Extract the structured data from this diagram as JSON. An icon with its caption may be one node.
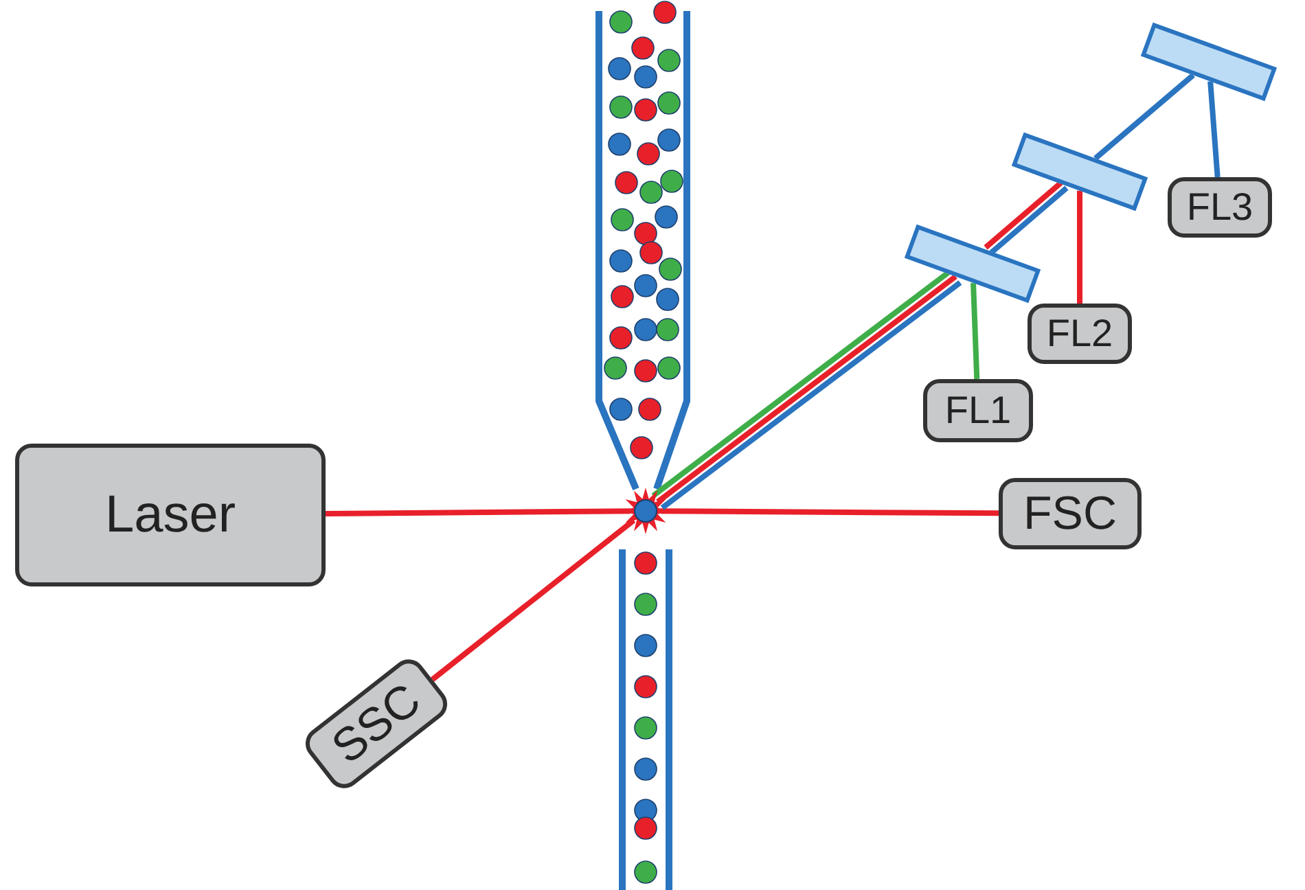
{
  "diagram": {
    "nodes": [
      {
        "text": [
          "Laser"
        ]
      },
      {
        "text": [],
        "shape": "circle"
      },
      {
        "text": [
          "FSC"
        ]
      },
      {
        "text": [
          "SSC"
        ]
      },
      {
        "text": [],
        "shape": "box"
      },
      {
        "text": [
          "FL1"
        ]
      },
      {
        "text": [],
        "shape": "box"
      },
      {
        "text": [
          "FL2"
        ]
      },
      {
        "text": [],
        "shape": "box"
      },
      {
        "text": [
          "FL3"
        ]
      }
    ],
    "edges": [
      {
        "from": 0,
        "to": 1,
        "arrow": "none"
      },
      {
        "from": 1,
        "to": 2,
        "arrow": "none"
      },
      {
        "from": 1,
        "to": 3,
        "arrow": "none"
      },
      {
        "from": 1,
        "to": 4,
        "arrow": "none",
        "color": "#2a74c0"
      },
      {
        "from": 1,
        "to": 4,
        "arrow": "none"
      },
      {
        "from": 1,
        "to": 4,
        "arrow": "none",
        "color": "#3fae49"
      },
      {
        "from": 4,
        "to": 5,
        "arrow": "none",
        "color": "#3fae49"
      },
      {
        "from": 4,
        "to": 6,
        "arrow": "none",
        "color": "#2a74c0"
      },
      {
        "from": 4,
        "to": 6,
        "arrow": "none"
      },
      {
        "from": 6,
        "to": 7,
        "arrow": "none"
      },
      {
        "from": 6,
        "to": 8,
        "arrow": "none",
        "color": "#2a74c0"
      },
      {
        "from": 8,
        "to": 9,
        "arrow": "none",
        "color": "#2a74c0"
      }
    ]
  }
}
